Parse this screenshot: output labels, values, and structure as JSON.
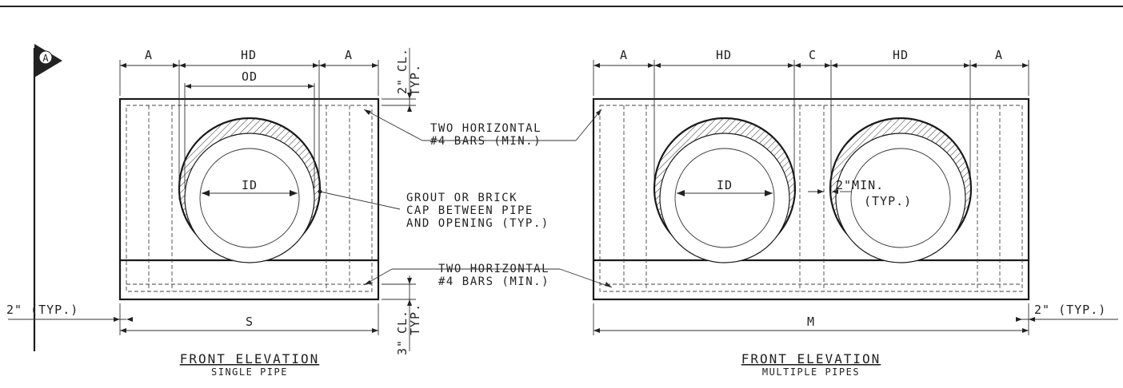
{
  "top_border": true,
  "section_marker": {
    "letter": "A"
  },
  "single": {
    "dim_a_left": "A",
    "dim_hd": "HD",
    "dim_a_right": "A",
    "dim_od": "OD",
    "dim_id": "ID",
    "dim_s": "S",
    "clear_top_value": "2\"",
    "clear_top_cl": "CL.",
    "clear_top_typ": "TYP.",
    "clear_bottom_value": "3\"",
    "clear_bottom_cl": "CL.",
    "clear_bottom_typ": "TYP.",
    "left_typ": "2\" (TYP.)",
    "title": "FRONT ELEVATION",
    "subtitle": "SINGLE PIPE"
  },
  "notes": {
    "top_bars_line1": "TWO HORIZONTAL",
    "top_bars_line2": "#4 BARS (MIN.)",
    "grout_line1": "GROUT OR BRICK",
    "grout_line2": "CAP BETWEEN PIPE",
    "grout_line3": "AND OPENING (TYP.)",
    "bottom_bars_line1": "TWO HORIZONTAL",
    "bottom_bars_line2": "#4 BARS (MIN.)"
  },
  "multiple": {
    "dim_a_left": "A",
    "dim_hd_left": "HD",
    "dim_c": "C",
    "dim_hd_right": "HD",
    "dim_a_right": "A",
    "dim_id": "ID",
    "gap_min_line1": "2\"MIN.",
    "gap_min_line2": "(TYP.)",
    "dim_m": "M",
    "right_typ": "2\" (TYP.)",
    "title": "FRONT ELEVATION",
    "subtitle": "MULTIPLE PIPES"
  }
}
